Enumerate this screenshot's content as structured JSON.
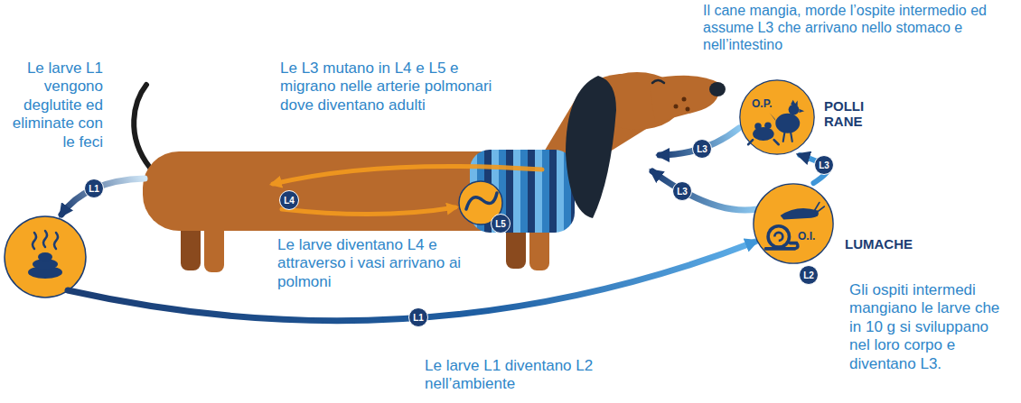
{
  "diagram": {
    "nodes": [
      {
        "text": [
          "O.P.",
          "POLLI RANE"
        ]
      },
      {
        "text": [
          "O.I.",
          "LUMACHE"
        ]
      }
    ],
    "edges": [
      {
        "from": 1,
        "to": 0,
        "arrow": "to",
        "label": "L3"
      }
    ],
    "labels": [
      "Le larve L1 vengono deglutite ed eliminate con le feci",
      "Le L3 mutano in L4 e L5 e migrano nelle arterie polmonari dove diventano adulti",
      "Il cane mangia, morde l’ospite intermedio ed assume L3 che arrivano nello stomaco e nell’intestino",
      "L1",
      "L4",
      "L5",
      "L3",
      "L3",
      "Le larve diventano L4 e attraverso i vasi arrivano ai polmoni",
      "L2",
      "Gli ospiti intermedi mangiano le larve che in 10 g si sviluppano nel loro corpo e diventano L3.",
      "L1",
      "Le larve L1 diventano L2 nell’ambiente"
    ]
  }
}
